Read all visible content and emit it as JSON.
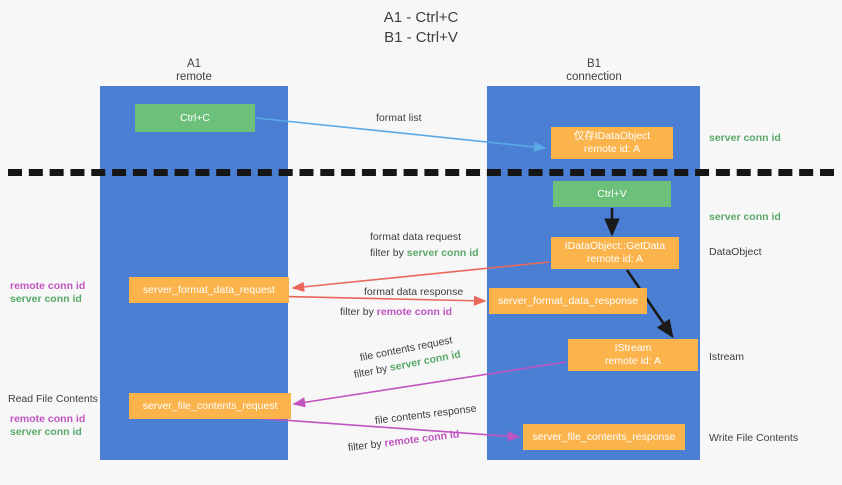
{
  "title": {
    "line1": "A1 - Ctrl+C",
    "line2": "B1 - Ctrl+V"
  },
  "lanes": {
    "a": {
      "name": "A1",
      "role": "remote"
    },
    "b": {
      "name": "B1",
      "role": "connection"
    }
  },
  "boxes": {
    "ctrl_c": "Ctrl+C",
    "ctrl_v": "Ctrl+V",
    "idataobject_title": "仅存IDataObject",
    "idataobject_sub": "remote id: A",
    "getdata_title": "IDataObject::GetData",
    "getdata_sub": "remote id: A",
    "istream_title": "IStream",
    "istream_sub": "remote id: A",
    "server_format_data_request": "server_format_data_request",
    "server_format_data_response": "server_format_data_response",
    "server_file_contents_request": "server_file_contents_request",
    "server_file_contents_response": "server_file_contents_response"
  },
  "arrow_labels": {
    "format_list": "format list",
    "format_data_request": "format data request",
    "format_data_request_filter_prefix": "filter by ",
    "format_data_request_filter_value": "server conn id",
    "format_data_response": "format data response",
    "format_data_response_filter_prefix": "filter by ",
    "format_data_response_filter_value": "remote conn id",
    "file_contents_request": "file contents request",
    "file_contents_request_filter_prefix": "filter by ",
    "file_contents_request_filter_value": "server conn id",
    "file_contents_response": "file contents response",
    "file_contents_response_filter_prefix": "filter by ",
    "file_contents_response_filter_value": "remote conn id"
  },
  "annotations": {
    "server_conn_id_top": "server conn id",
    "server_conn_id_mid": "server conn id",
    "dataobject": "DataObject",
    "istream": "Istream",
    "write_file_contents": "Write File Contents",
    "read_file_contents": "Read File Contents",
    "left_remote_conn_id_1": "remote conn id",
    "left_server_conn_id_1": "server conn id",
    "left_remote_conn_id_2": "remote conn id",
    "left_server_conn_id_2": "server conn id"
  },
  "colors": {
    "lane": "#4a7fd4",
    "green_box": "#6cc07a",
    "orange_box": "#fbb34c",
    "green_text": "#5aa96a",
    "magenta_text": "#c054c0",
    "arrow_blue": "#5aa9e6",
    "arrow_red": "#e8695c",
    "arrow_magenta": "#c054c0",
    "arrow_black": "#1a1a1a",
    "background": "#f7f7f7"
  }
}
